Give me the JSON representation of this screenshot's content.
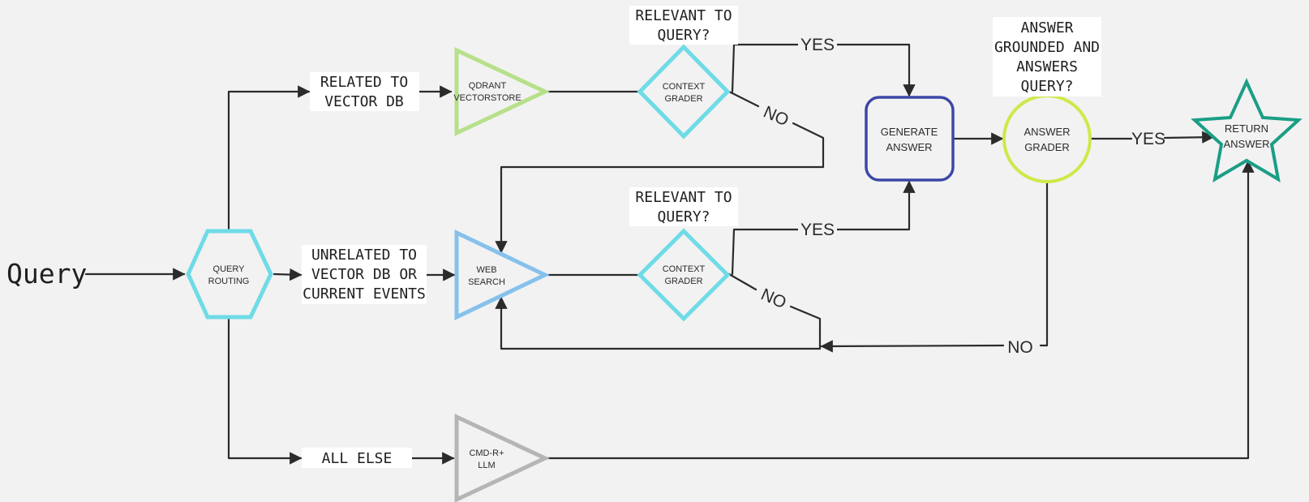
{
  "colors": {
    "background": "#f2f2f2",
    "edge": "#2b2b2b",
    "routing": "#6fdbe6",
    "qdrant": "#b7e08a",
    "web_search": "#86c1ec",
    "context_grader": "#6fdbe6",
    "generate": "#3c47a8",
    "answer_grader": "#cfe84a",
    "return_answer": "#1a9e84",
    "llm": "#b5b5b5"
  },
  "start": {
    "label": "Query"
  },
  "nodes": {
    "query_routing": {
      "line1": "QUERY",
      "line2": "ROUTING",
      "icon": "hexagon"
    },
    "qdrant": {
      "line1": "QDRANT",
      "line2": "VECTORSTORE",
      "icon": "triangle"
    },
    "web_search": {
      "line1": "WEB",
      "line2": "SEARCH",
      "icon": "triangle"
    },
    "llm": {
      "line1": "CMD-R+",
      "line2": "LLM",
      "icon": "triangle"
    },
    "context_grader_top": {
      "line1": "CONTEXT",
      "line2": "GRADER",
      "icon": "diamond"
    },
    "context_grader_bottom": {
      "line1": "CONTEXT",
      "line2": "GRADER",
      "icon": "diamond"
    },
    "generate_answer": {
      "line1": "GENERATE",
      "line2": "ANSWER",
      "icon": "rounded-square"
    },
    "answer_grader": {
      "line1": "ANSWER",
      "line2": "GRADER",
      "icon": "circle"
    },
    "return_answer": {
      "line1": "RETURN",
      "line2": "ANSWER",
      "icon": "star"
    }
  },
  "labels": {
    "related": {
      "line1": "RELATED TO",
      "line2": "VECTOR DB"
    },
    "unrelated": {
      "line1": "UNRELATED TO",
      "line2": "VECTOR DB OR",
      "line3": "CURRENT EVENTS"
    },
    "all_else": {
      "line1": "ALL ELSE"
    },
    "relevant_top": {
      "line1": "RELEVANT TO",
      "line2": "QUERY?"
    },
    "relevant_bottom": {
      "line1": "RELEVANT TO",
      "line2": "QUERY?"
    },
    "grounded": {
      "line1": "ANSWER",
      "line2": "GROUNDED AND",
      "line3": "ANSWERS",
      "line4": "QUERY?"
    }
  },
  "edge_labels": {
    "yes_top": "YES",
    "no_top": "NO",
    "yes_bottom": "YES",
    "no_bottom": "NO",
    "yes_return": "YES",
    "no_grader": "NO"
  }
}
